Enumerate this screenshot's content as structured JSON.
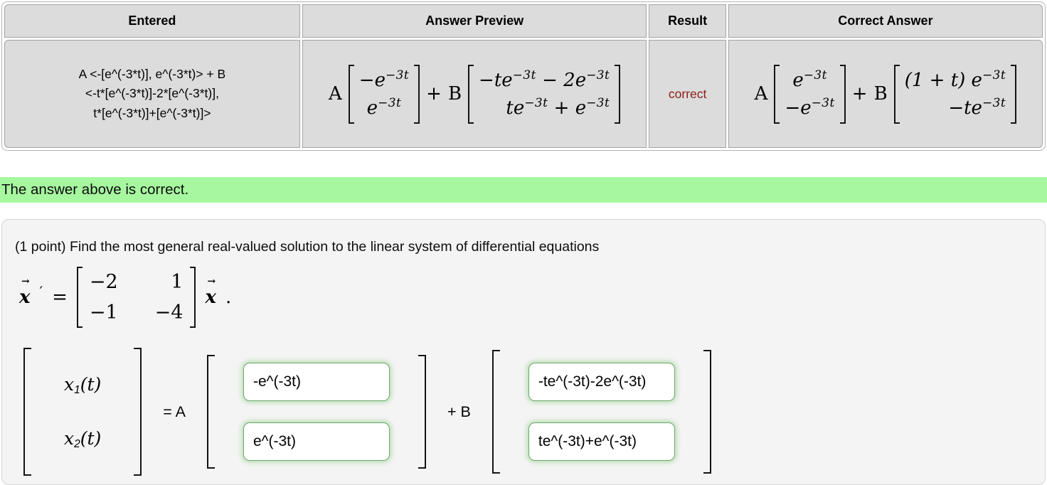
{
  "results_table": {
    "headers": {
      "entered": "Entered",
      "answer_preview": "Answer Preview",
      "result": "Result",
      "correct_answer": "Correct Answer"
    },
    "entered_lines": [
      "A <-[e^(-3*t)], e^(-3*t)> + B",
      "<-t*[e^(-3*t)]-2*[e^(-3*t)],",
      "t*[e^(-3*t)]+[e^(-3*t)]>"
    ],
    "preview": {
      "coefA": "A",
      "m1": {
        "r1b": "−e",
        "r1s": "−3t",
        "r2b": "e",
        "r2s": "−3t"
      },
      "plus": "+",
      "coefB": "B",
      "m2": {
        "r1b1": "−te",
        "r1s1": "−3t",
        "r1m": " − 2e",
        "r1s2": "−3t",
        "r2b1": "te",
        "r2s1": "−3t",
        "r2m": " + e",
        "r2s2": "−3t"
      }
    },
    "result_value": "correct",
    "correct": {
      "coefA": "A",
      "m1": {
        "r1b": "e",
        "r1s": "−3t",
        "r2b": "−e",
        "r2s": "−3t"
      },
      "plus": "+",
      "coefB": "B",
      "m2": {
        "r1b": "(1 + t) e",
        "r1s": "−3t",
        "r2b": "−te",
        "r2s": "−3t"
      }
    }
  },
  "message_bar": {
    "text": "The answer above is correct."
  },
  "problem": {
    "statement": "(1 point) Find the most general real-valued solution to the linear system of differential equations",
    "ode": {
      "arrow": "→",
      "x": "x",
      "prime": "′",
      "equals": "=",
      "matrix": [
        [
          "−2",
          "1"
        ],
        [
          "−1",
          "−4"
        ]
      ],
      "x2": "x",
      "period": "."
    },
    "answer": {
      "lhs": {
        "r1_base": "x",
        "r1_sub": "1",
        "r1_arg": "(t)",
        "r2_base": "x",
        "r2_sub": "2",
        "r2_arg": "(t)"
      },
      "equals_a": "= A",
      "plus_b": "+ B",
      "inputs": [
        "-e^(-3t)",
        "e^(-3t)",
        "-te^(-3t)-2e^(-3t)",
        "te^(-3t)+e^(-3t)"
      ]
    }
  },
  "colors": {
    "correct_bg": "#a7f7a0",
    "correct_text": "#8b1c15",
    "cell_bg": "#dcdcdc",
    "problem_bg": "#f4f4f4",
    "input_border": "#6da86d"
  }
}
